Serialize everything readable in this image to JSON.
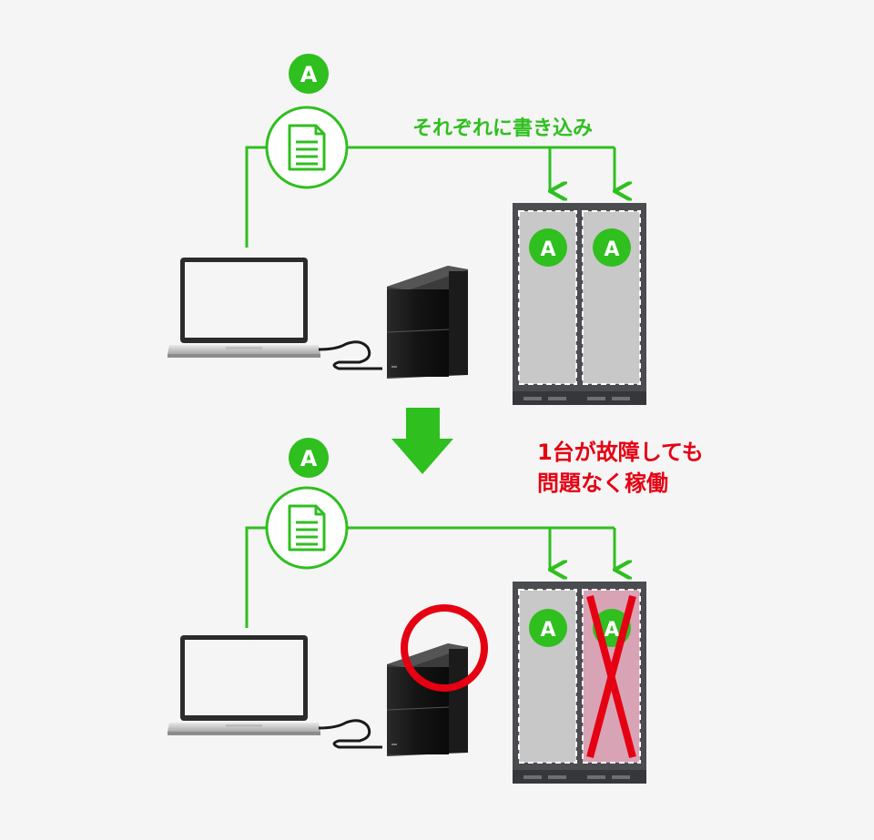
{
  "colors": {
    "accent_green": "#2fbf1f",
    "alert_red": "#e50012",
    "background": "#f5f5f5",
    "bay_fill": "#c8c8c8",
    "bay_failed_fill": "#d9a3b6",
    "chassis": "#4a4c50"
  },
  "top_scene": {
    "file_badge": "A",
    "write_label": "それぞれに書き込み",
    "disk_left_badge": "A",
    "disk_right_badge": "A"
  },
  "bottom_scene": {
    "file_badge": "A",
    "disk_left_badge": "A",
    "disk_right_badge": "A",
    "status_line1": "1台が故障しても",
    "status_line2": "問題なく稼働"
  },
  "icons": [
    "document-icon",
    "laptop-icon",
    "nas-device-icon",
    "down-arrow-icon",
    "ok-circle-icon",
    "failure-x-icon"
  ]
}
